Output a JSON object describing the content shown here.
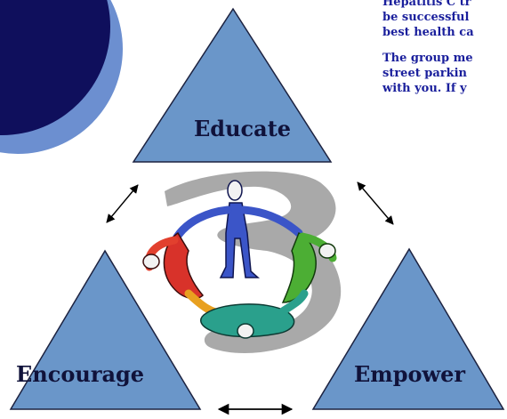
{
  "body_text": {
    "para1": [
      "Hepatitis C tr",
      "be successful",
      "best health ca"
    ],
    "para2": [
      "The group me",
      "street parkin",
      "with you. If y"
    ]
  },
  "triangles": {
    "top_label": "Educate",
    "left_label": "Encourage",
    "right_label": "Empower"
  },
  "colors": {
    "triangle_fill": "#6a96c9",
    "triangle_stroke": "#1c2240",
    "text_color": "#1a1f9c",
    "circle_dark": "#0f0f5c",
    "circle_light": "#6c8fd0"
  },
  "icons": {
    "clipart": "people-circle-clipart",
    "arrows": "double-headed-arrows"
  }
}
